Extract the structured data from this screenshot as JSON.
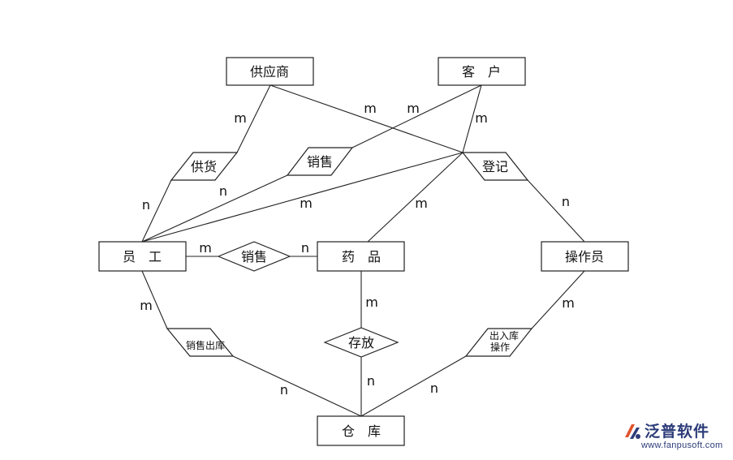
{
  "diagram": {
    "entities": {
      "supplier": "供应商",
      "customer": "客　户",
      "employee": "员　工",
      "drug": "药　品",
      "operator": "操作员",
      "warehouse": "仓　库"
    },
    "relationships": {
      "supply": "供货",
      "sell_customer": "销售",
      "register": "登记",
      "sell": "销售",
      "store": "存放",
      "sale_out": "销售出库",
      "io_line1": "出入库",
      "io_line2": "操作"
    },
    "cardinalities": {
      "c1": "m",
      "c2": "m",
      "c3": "m",
      "c4": "m",
      "c5": "n",
      "c6": "n",
      "c7": "m",
      "c8": "m",
      "c9": "n",
      "c10": "m",
      "c11": "n",
      "c12": "m",
      "c13": "m",
      "c14": "m",
      "c15": "n",
      "c16": "n",
      "c17": "n"
    }
  },
  "logo": {
    "name": "泛普软件",
    "url": "www.fanpusoft.com",
    "color": "#2d3c79",
    "accent": "#e0522c"
  }
}
